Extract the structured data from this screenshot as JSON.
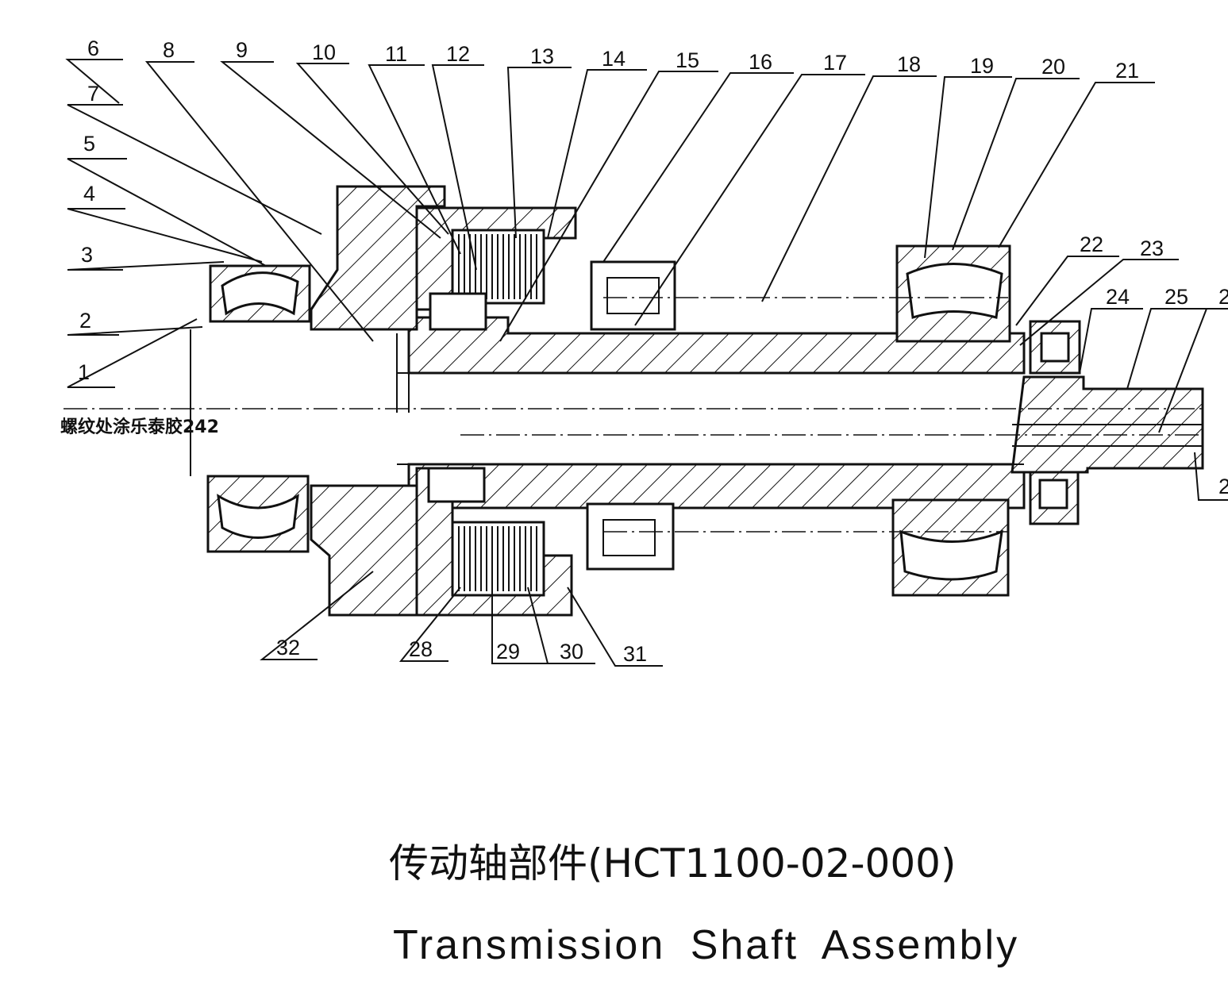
{
  "drawing": {
    "part_labels": [
      "1",
      "2",
      "3",
      "4",
      "5",
      "6",
      "7",
      "8",
      "9",
      "10",
      "11",
      "12",
      "13",
      "14",
      "15",
      "16",
      "17",
      "18",
      "19",
      "20",
      "21",
      "22",
      "23",
      "24",
      "25",
      "2",
      "2",
      "28",
      "29",
      "30",
      "31",
      "32"
    ],
    "note": "螺纹处涂乐泰胶242",
    "title_cn": "传动轴部件(HCT1100-02-000)",
    "title_en": "Transmission Shaft Assembly"
  }
}
